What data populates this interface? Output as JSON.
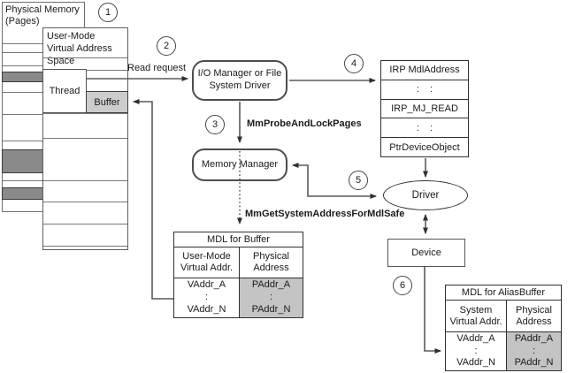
{
  "colors": {
    "page_shaded_fill": "#8a8a8a",
    "buffer_fill": "#cccccc",
    "mdl_physical_fill": "#c4c4c4",
    "wire": "#3f3f3f"
  },
  "steps": {
    "s1": "1",
    "s2": "2",
    "s3": "3",
    "s4": "4",
    "s5": "5",
    "s6": "6"
  },
  "physical_memory": {
    "title": "Physical Memory (Pages)"
  },
  "user_mode": {
    "title": "User-Mode Virtual Address Space",
    "thread": "Thread",
    "buffer": "Buffer"
  },
  "flow": {
    "read_request": "Read request",
    "io_manager": "I/O Manager or File System Driver",
    "mm_probe": "MmProbeAndLockPages",
    "memory_manager": "Memory Manager",
    "mm_get": "MmGetSystemAddressForMdlSafe",
    "driver": "Driver",
    "device": "Device"
  },
  "irp": {
    "r1": "IRP MdlAddress",
    "r2": ":    :",
    "r3": "IRP_MJ_READ",
    "r4": ":    :",
    "r5": "PtrDeviceObject"
  },
  "mdl_buffer": {
    "title": "MDL for Buffer",
    "col_virtual": "User-Mode Virtual Addr.",
    "col_physical": "Physical Address",
    "va_first": "VAddr_A",
    "va_dots": ":",
    "va_last": "VAddr_N",
    "pa_first": "PAddr_A",
    "pa_dots": ":",
    "pa_last": "PAddr_N"
  },
  "mdl_alias": {
    "title": "MDL for AliasBuffer",
    "col_virtual": "System Virtual Addr.",
    "col_physical": "Physical Address",
    "va_first": "VAddr_A",
    "va_dots": ":",
    "va_last": "VAddr_N",
    "pa_first": "PAddr_A",
    "pa_dots": ":",
    "pa_last": "PAddr_N"
  }
}
